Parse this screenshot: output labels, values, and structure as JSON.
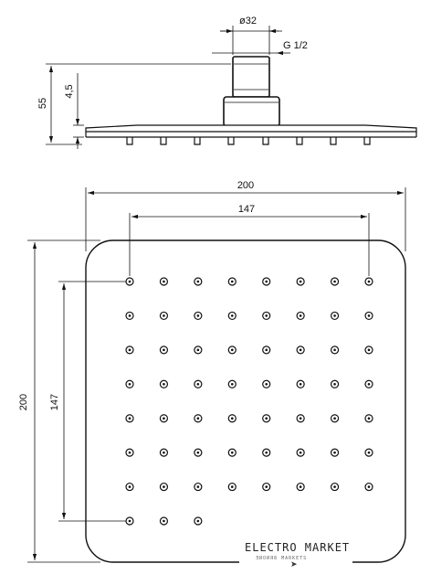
{
  "dimensions": {
    "pipe_diameter": "ø32",
    "thread": "G 1/2",
    "total_height": "55",
    "plate_thickness": "4,5",
    "plate_width": "200",
    "nozzle_span_horizontal": "147",
    "plate_height": "200",
    "nozzle_span_vertical": "147"
  },
  "nozzles": {
    "rows": 8,
    "columns": 8
  },
  "watermark": {
    "title": "ELECTRO MARKET",
    "subtitle": "ƎИOИЯ8 MARKETS"
  }
}
